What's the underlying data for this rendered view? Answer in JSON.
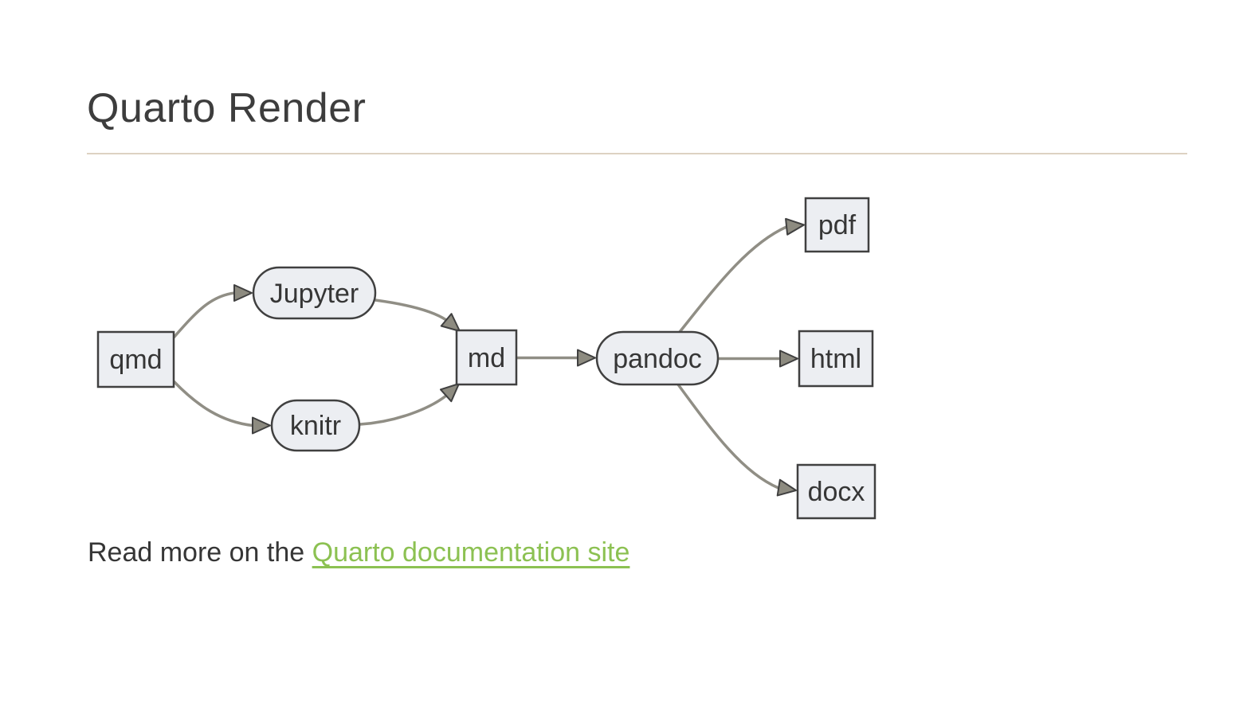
{
  "page": {
    "title": "Quarto Render"
  },
  "colors": {
    "title_text": "#3d3d3d",
    "body_text": "#363636",
    "rule": "#ddd2c2",
    "link": "#8cc152",
    "node_fill": "#eceef2",
    "node_border": "#404040",
    "node_text": "#363636",
    "edge": "#908e85",
    "arrowhead_fill": "#8d8b80",
    "arrowhead_border": "#404040"
  },
  "diagram": {
    "type": "flowchart-left-to-right",
    "nodes": [
      {
        "id": "qmd",
        "label": "qmd",
        "shape": "rectangle"
      },
      {
        "id": "jupyter",
        "label": "Jupyter",
        "shape": "stadium"
      },
      {
        "id": "knitr",
        "label": "knitr",
        "shape": "stadium"
      },
      {
        "id": "md",
        "label": "md",
        "shape": "rectangle"
      },
      {
        "id": "pandoc",
        "label": "pandoc",
        "shape": "stadium"
      },
      {
        "id": "pdf",
        "label": "pdf",
        "shape": "rectangle"
      },
      {
        "id": "html",
        "label": "html",
        "shape": "rectangle"
      },
      {
        "id": "docx",
        "label": "docx",
        "shape": "rectangle"
      }
    ],
    "edges": [
      {
        "from": "qmd",
        "to": "jupyter"
      },
      {
        "from": "qmd",
        "to": "knitr"
      },
      {
        "from": "jupyter",
        "to": "md"
      },
      {
        "from": "knitr",
        "to": "md"
      },
      {
        "from": "md",
        "to": "pandoc"
      },
      {
        "from": "pandoc",
        "to": "pdf"
      },
      {
        "from": "pandoc",
        "to": "html"
      },
      {
        "from": "pandoc",
        "to": "docx"
      }
    ]
  },
  "footer": {
    "text_before_link": "Read more on the ",
    "link_label": "Quarto documentation site"
  }
}
